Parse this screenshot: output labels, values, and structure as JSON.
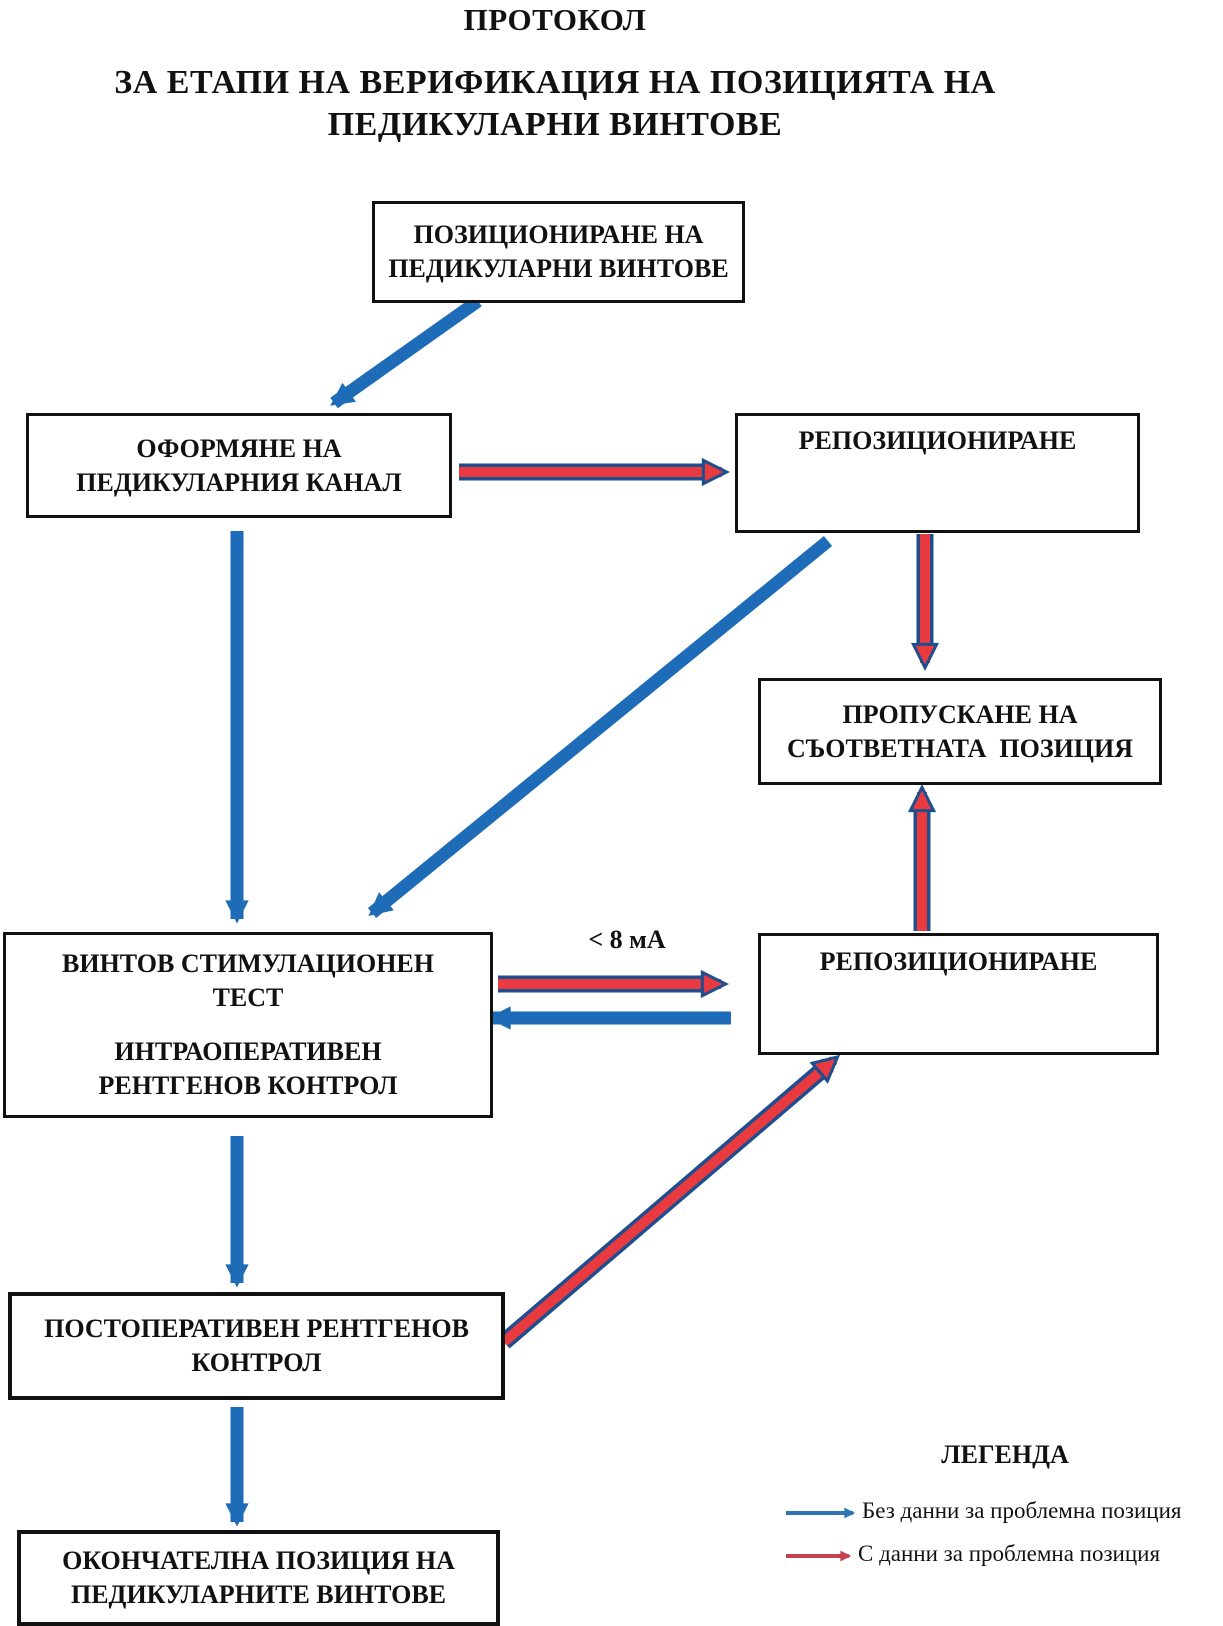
{
  "title": {
    "line1": "ПРОТОКОЛ",
    "line2": "ЗА ЕТАПИ НА ВЕРИФИКАЦИЯ НА ПОЗИЦИЯТА НА",
    "line3": "ПЕДИКУЛАРНИ ВИНТОВЕ"
  },
  "boxes": {
    "positioning": {
      "lines": [
        "ПОЗИЦИОНИРАНЕ НА",
        "ПЕДИКУЛАРНИ ВИНТОВЕ"
      ]
    },
    "canal_forming": {
      "lines": [
        "ОФОРМЯНЕ НА",
        "ПЕДИКУЛАРНИЯ КАНАЛ"
      ]
    },
    "repositioning_top": {
      "lines": [
        "РЕПОЗИЦИОНИРАНЕ"
      ]
    },
    "skip_position": {
      "lines": [
        "ПРОПУСКАНЕ НА",
        "СЪОТВЕТНАТА  ПОЗИЦИЯ"
      ]
    },
    "repositioning_mid": {
      "lines": [
        "РЕПОЗИЦИОНИРАНЕ"
      ]
    },
    "stimulation_test": {
      "para1": [
        "ВИНТОВ СТИМУЛАЦИОНЕН",
        "ТЕСТ"
      ],
      "para2": [
        "ИНТРАОПЕРАТИВЕН",
        "РЕНТГЕНОВ КОНТРОЛ"
      ]
    },
    "postop_control": {
      "lines": [
        "ПОСТОПЕРАТИВЕН РЕНТГЕНОВ",
        "КОНТРОЛ"
      ]
    },
    "final_position": {
      "lines": [
        "ОКОНЧАТЕЛНА ПОЗИЦИЯ НА",
        "ПЕДИКУЛАРНИТЕ ВИНТОВЕ"
      ]
    }
  },
  "annotations": {
    "current_threshold": "< 8 мА"
  },
  "legend": {
    "title": "ЛЕГЕНДА",
    "items": [
      {
        "arrow": "blue-arrow",
        "label": "Без данни за проблемна позиция"
      },
      {
        "arrow": "red-arrow",
        "label": "С данни за проблемна позиция"
      }
    ]
  },
  "colors": {
    "blue_arrow": "#1E6CB8",
    "red_arrow": "#E93A40",
    "red_arrow_outline": "#1F4E8E",
    "legend_blue": "#2E74B5",
    "legend_red": "#C4414F",
    "box_border": "#111111"
  }
}
